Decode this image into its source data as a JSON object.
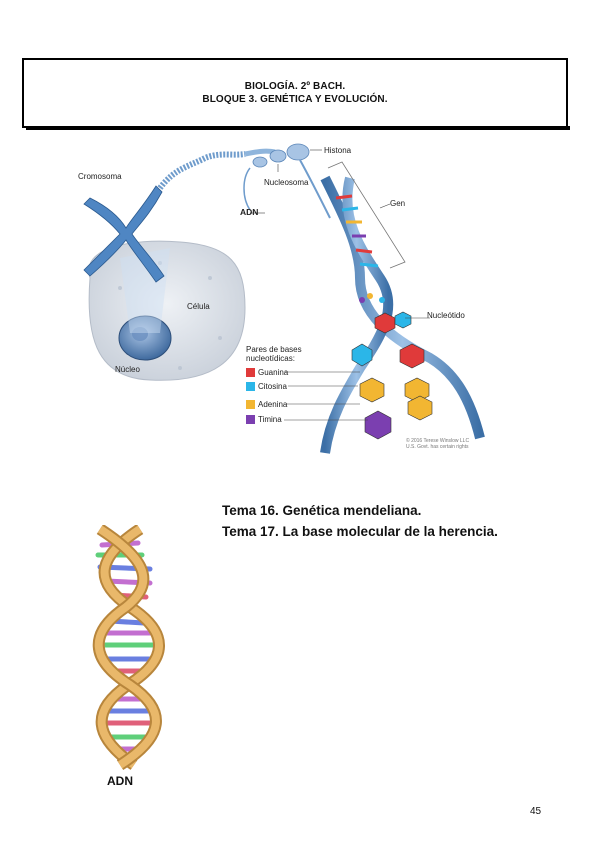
{
  "header": {
    "line1": "BIOLOGÍA. 2º BACH.",
    "line2": "BLOQUE 3. GENÉTICA Y EVOLUCIÓN."
  },
  "figure": {
    "labels": {
      "cromosoma": "Cromosoma",
      "histona": "Histona",
      "nucleosoma": "Nucleosoma",
      "adn": "ADN",
      "gen": "Gen",
      "celula": "Célula",
      "nucleo": "Núcleo",
      "nucleotido": "Nucleótido"
    },
    "legend": {
      "title_line1": "Pares de bases",
      "title_line2": "nucleotídicas:",
      "items": [
        {
          "label": "Guanina",
          "color": "#e03a3a"
        },
        {
          "label": "Citosina",
          "color": "#2bb6e8"
        },
        {
          "label": "Adenina",
          "color": "#f2b632"
        },
        {
          "label": "Timina",
          "color": "#7b3fb0"
        }
      ]
    },
    "copyright_line1": "© 2016 Terese Winslow LLC",
    "copyright_line2": "U.S. Govt. has certain rights"
  },
  "topics": [
    "Tema 16. Genética mendeliana.",
    "Tema 17. La base molecular de la herencia."
  ],
  "dna_caption": "ADN",
  "page_number": "45",
  "colors": {
    "strand_gold": "#e9b86a",
    "strand_gold_dark": "#b8863c",
    "dna_blue": "#5d8fc4",
    "cell_gray": "#d6dbe3"
  }
}
